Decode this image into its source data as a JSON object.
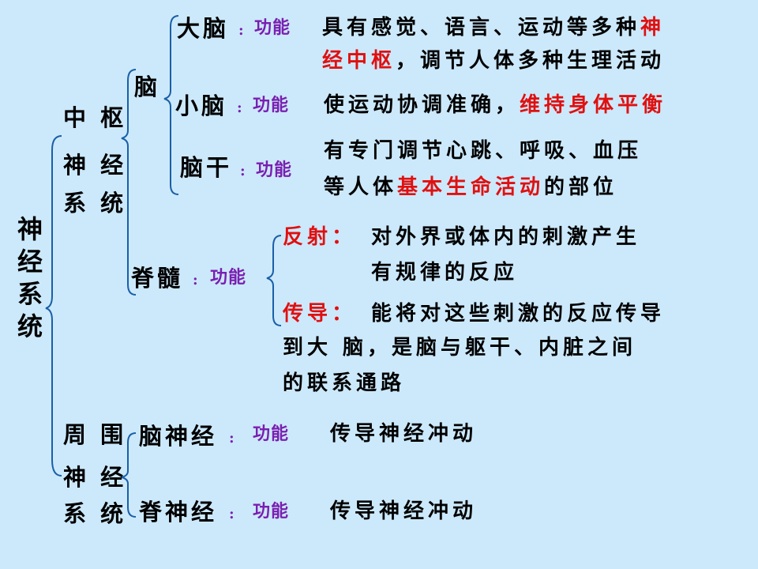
{
  "root": "神经系统",
  "cns": {
    "label_lines": [
      "中 枢",
      "神 经",
      "系 统"
    ],
    "brain": {
      "label": "脑",
      "cerebrum": {
        "name": "大脑",
        "sep": ":",
        "func": "功能",
        "desc1_a": "具有感觉、语言、运动等多种",
        "desc1_b": "神",
        "desc2_a": "经中枢",
        "desc2_b": "，调节人体多种生理活动"
      },
      "cerebellum": {
        "name": "小脑",
        "sep": ":",
        "func": "功能",
        "desc_a": "使运动协调准确，",
        "desc_b": "维持身体平衡"
      },
      "brainstem": {
        "name": "脑干",
        "sep": ":",
        "func": "功能",
        "desc1": "有专门调节心跳、呼吸、血压",
        "desc2_a": "等人体",
        "desc2_b": "基本生命活动",
        "desc2_c": "的部位"
      }
    },
    "spinal_cord": {
      "name": "脊髓",
      "sep": ":",
      "func": "功能",
      "reflex": {
        "label": "反射：",
        "desc1": "对外界或体内的刺激产生",
        "desc2": "有规律的反应"
      },
      "conduction": {
        "label": "传导：",
        "desc1": "能将对这些刺激的反应传导",
        "desc2": "到大 脑，是脑与躯干、内脏之间",
        "desc3": "的联系通路"
      }
    }
  },
  "pns": {
    "label_lines": [
      "周 围",
      "神 经",
      "系 统"
    ],
    "cranial": {
      "name": "脑神经",
      "sep": ":",
      "func": "功能",
      "desc": "传导神经冲动"
    },
    "spinal": {
      "name": "脊神经",
      "sep": ":",
      "func": "功能",
      "desc": "传导神经冲动"
    }
  },
  "colors": {
    "background": "#cce9fb",
    "bracket": "#1a5fa8",
    "function": "#7a1fb0",
    "highlight": "#e01010"
  }
}
